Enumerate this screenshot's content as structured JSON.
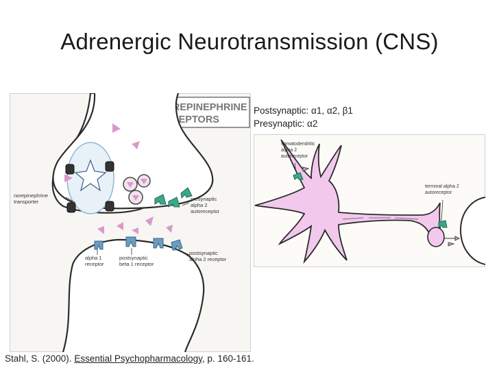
{
  "slide": {
    "title": "Adrenergic Neurotransmission (CNS)",
    "receptor_note": {
      "postsynaptic": "Postsynaptic: α1, α2, β1",
      "presynaptic": "Presynaptic: α2"
    },
    "citation": {
      "prefix": "Stahl, S. (2000). ",
      "book": "Essential Psychopharmacology",
      "suffix": ", p. 160-161."
    }
  },
  "left_figure": {
    "heading_line1": "NOREPINEPHRINE",
    "heading_line2": "RECEPTORS",
    "labels": {
      "transporter": [
        "norepinephrine",
        "transporter"
      ],
      "presynaptic_auto": [
        "presynaptic",
        "alpha 2",
        "autoreceptor"
      ],
      "alpha1": [
        "alpha 1",
        "receptor"
      ],
      "beta1": [
        "postsynaptic",
        "beta 1 receptor"
      ],
      "post_alpha2": [
        "postsynaptic",
        "alpha 2 receptor"
      ]
    }
  },
  "right_figure": {
    "labels": {
      "somatodendritic": [
        "somatodendritic",
        "alpha 2",
        "autoreceptor"
      ],
      "terminal": [
        "terminal alpha 2",
        "autoreceptor"
      ]
    }
  },
  "colors": {
    "neuron_fill": "#f2c9ec",
    "ne_triangle": "#d99ac8",
    "alpha2_receptor": "#3aa889",
    "postsynaptic_receptor": "#6b9dc0",
    "outline": "#2b2b2b"
  }
}
